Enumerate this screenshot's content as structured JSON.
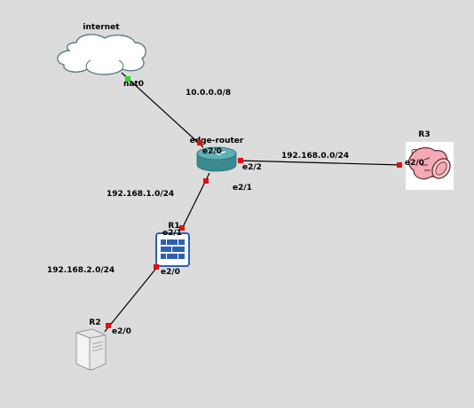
{
  "nodes": {
    "internet": {
      "name": "internet",
      "icon": "cloud-icon"
    },
    "edge_router": {
      "name": "edge-router",
      "icon": "router-icon"
    },
    "r1": {
      "name": "R1",
      "icon": "firewall-icon"
    },
    "r2": {
      "name": "R2",
      "icon": "server-icon"
    },
    "r3": {
      "name": "R3",
      "icon": "bell-icon"
    }
  },
  "links": [
    {
      "id": "internet-edge",
      "subnet": "10.0.0.0/8",
      "a_iface": "nat0",
      "b_iface": "e2/0",
      "a_status": "up",
      "b_status": "down"
    },
    {
      "id": "edge-r3",
      "subnet": "192.168.0.0/24",
      "a_iface": "e2/2",
      "b_iface": "e2/0",
      "a_status": "down",
      "b_status": "down"
    },
    {
      "id": "edge-r1",
      "subnet": "192.168.1.0/24",
      "a_iface": "e2/1",
      "b_iface": "e2/1",
      "a_status": "down",
      "b_status": "down"
    },
    {
      "id": "r1-r2",
      "subnet": "192.168.2.0/24",
      "a_iface": "e2/0",
      "b_iface": "e2/0",
      "a_status": "down",
      "b_status": "down"
    }
  ],
  "colors": {
    "background": "#dcdcdc",
    "port_up": "#22dd22",
    "port_down": "#e01010",
    "router_body": "#3f8f95",
    "firewall_blue": "#2e5fb5",
    "r3_pink": "#f4a9b6"
  }
}
